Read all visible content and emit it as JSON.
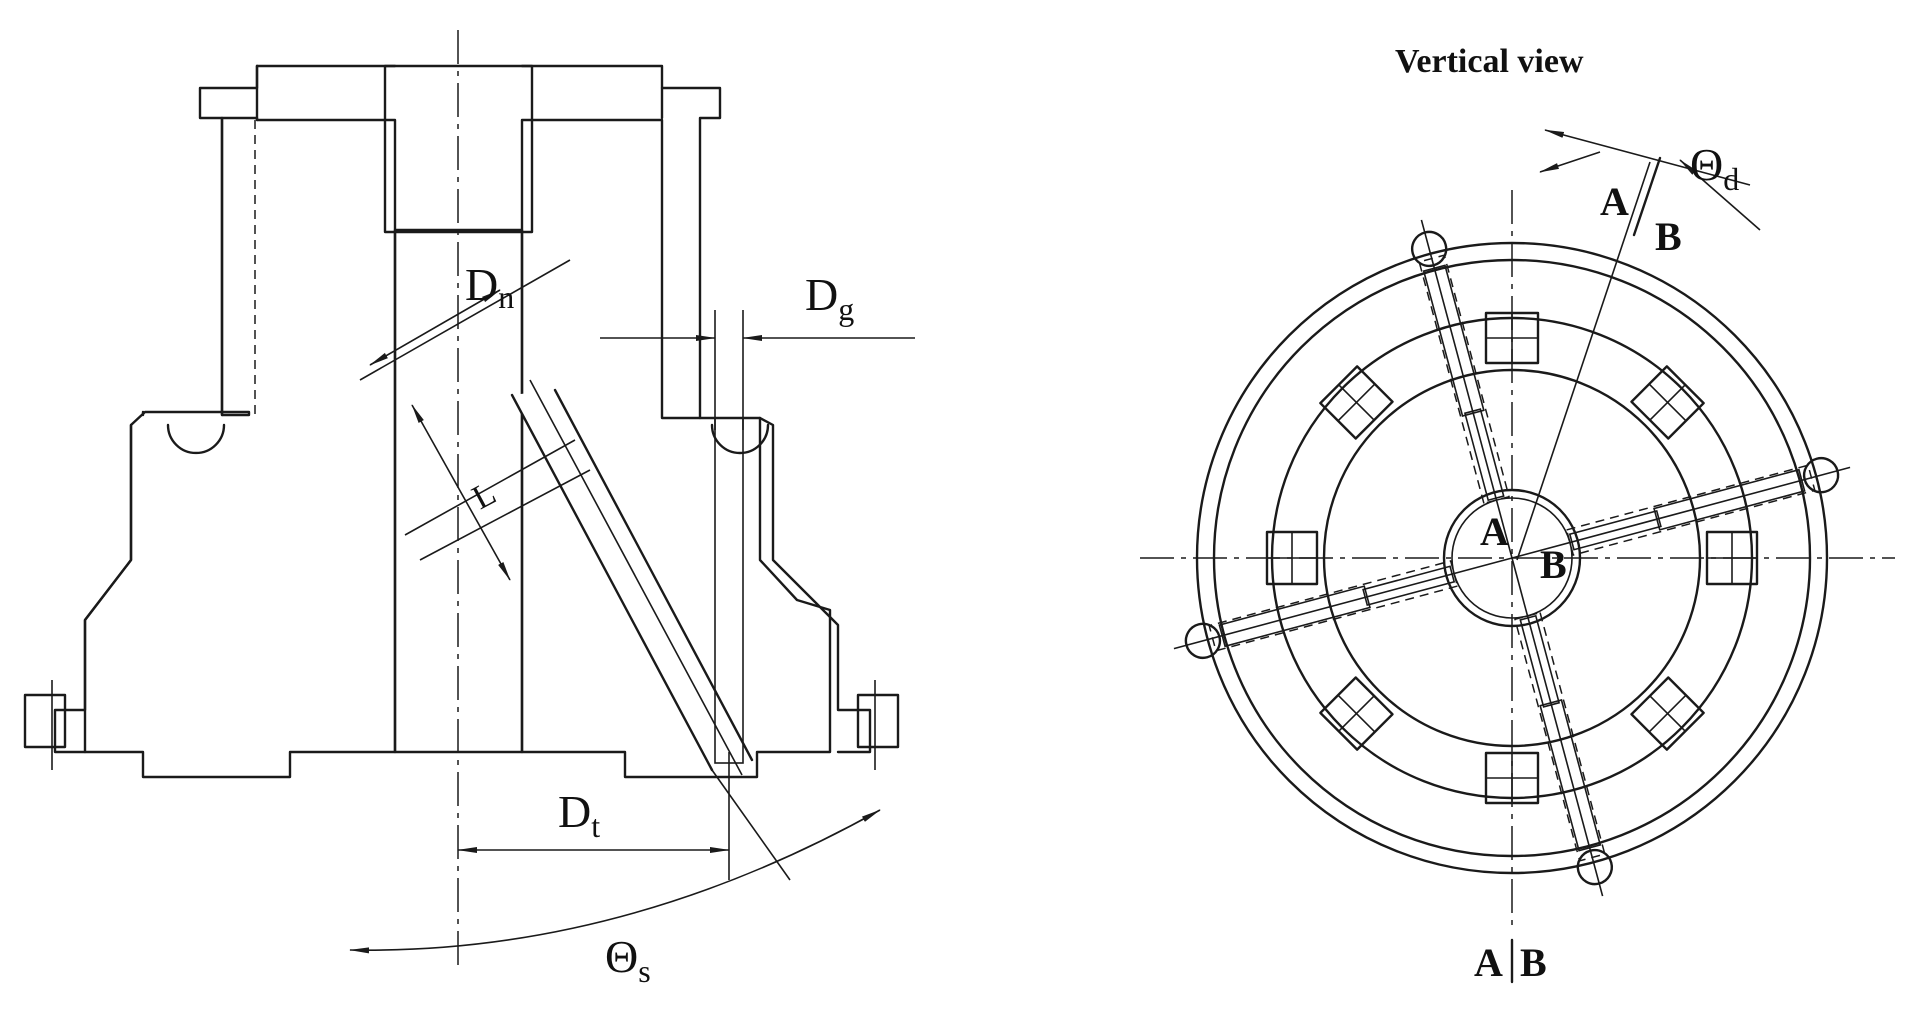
{
  "title": "Vertical view",
  "labels": {
    "dn_base": "D",
    "dn_sub": "n",
    "dg_base": "D",
    "dg_sub": "g",
    "dt_base": "D",
    "dt_sub": "t",
    "ts_base": "Θ",
    "ts_sub": "s",
    "td_base": "Θ",
    "td_sub": "d",
    "l_mark": "L",
    "sec_a": "A",
    "sec_b": "B",
    "center_a": "A",
    "center_b": "B",
    "bottom_a": "A",
    "bottom_b": "B"
  },
  "colors": {
    "line": "#1a1a1a",
    "background": "#ffffff"
  },
  "radial_holes": {
    "count": 4,
    "angles_deg": [
      15,
      105,
      195,
      285
    ]
  },
  "blocks": {
    "count": 8,
    "angles_deg": [
      0,
      45,
      90,
      135,
      180,
      225,
      270,
      315
    ]
  }
}
